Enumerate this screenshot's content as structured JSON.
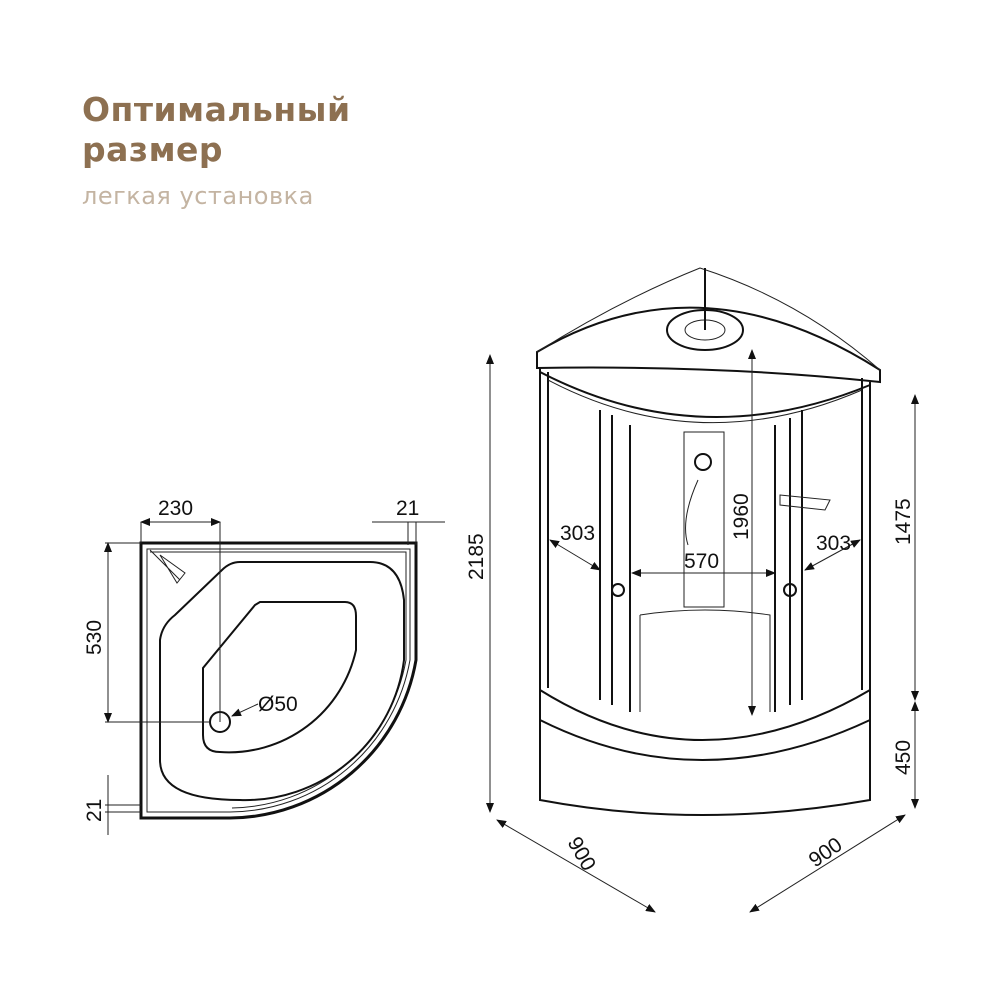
{
  "heading": {
    "line1": "Оптимальный",
    "line2": "размер",
    "subtitle": "легкая установка"
  },
  "colors": {
    "title": "#8d7051",
    "subtitle": "#c4b4a2",
    "lines": "#111111"
  },
  "plan_view": {
    "width_offset": "230",
    "edge_top": "21",
    "depth_offset": "530",
    "edge_bottom": "21",
    "drain": "Ø50"
  },
  "elevation_view": {
    "total_height": "2185",
    "cabin_height": "1475",
    "tray_height": "450",
    "inner_height": "1960",
    "side_left": "303",
    "door_width": "570",
    "side_right": "303",
    "depth_left": "900",
    "depth_right": "900"
  }
}
